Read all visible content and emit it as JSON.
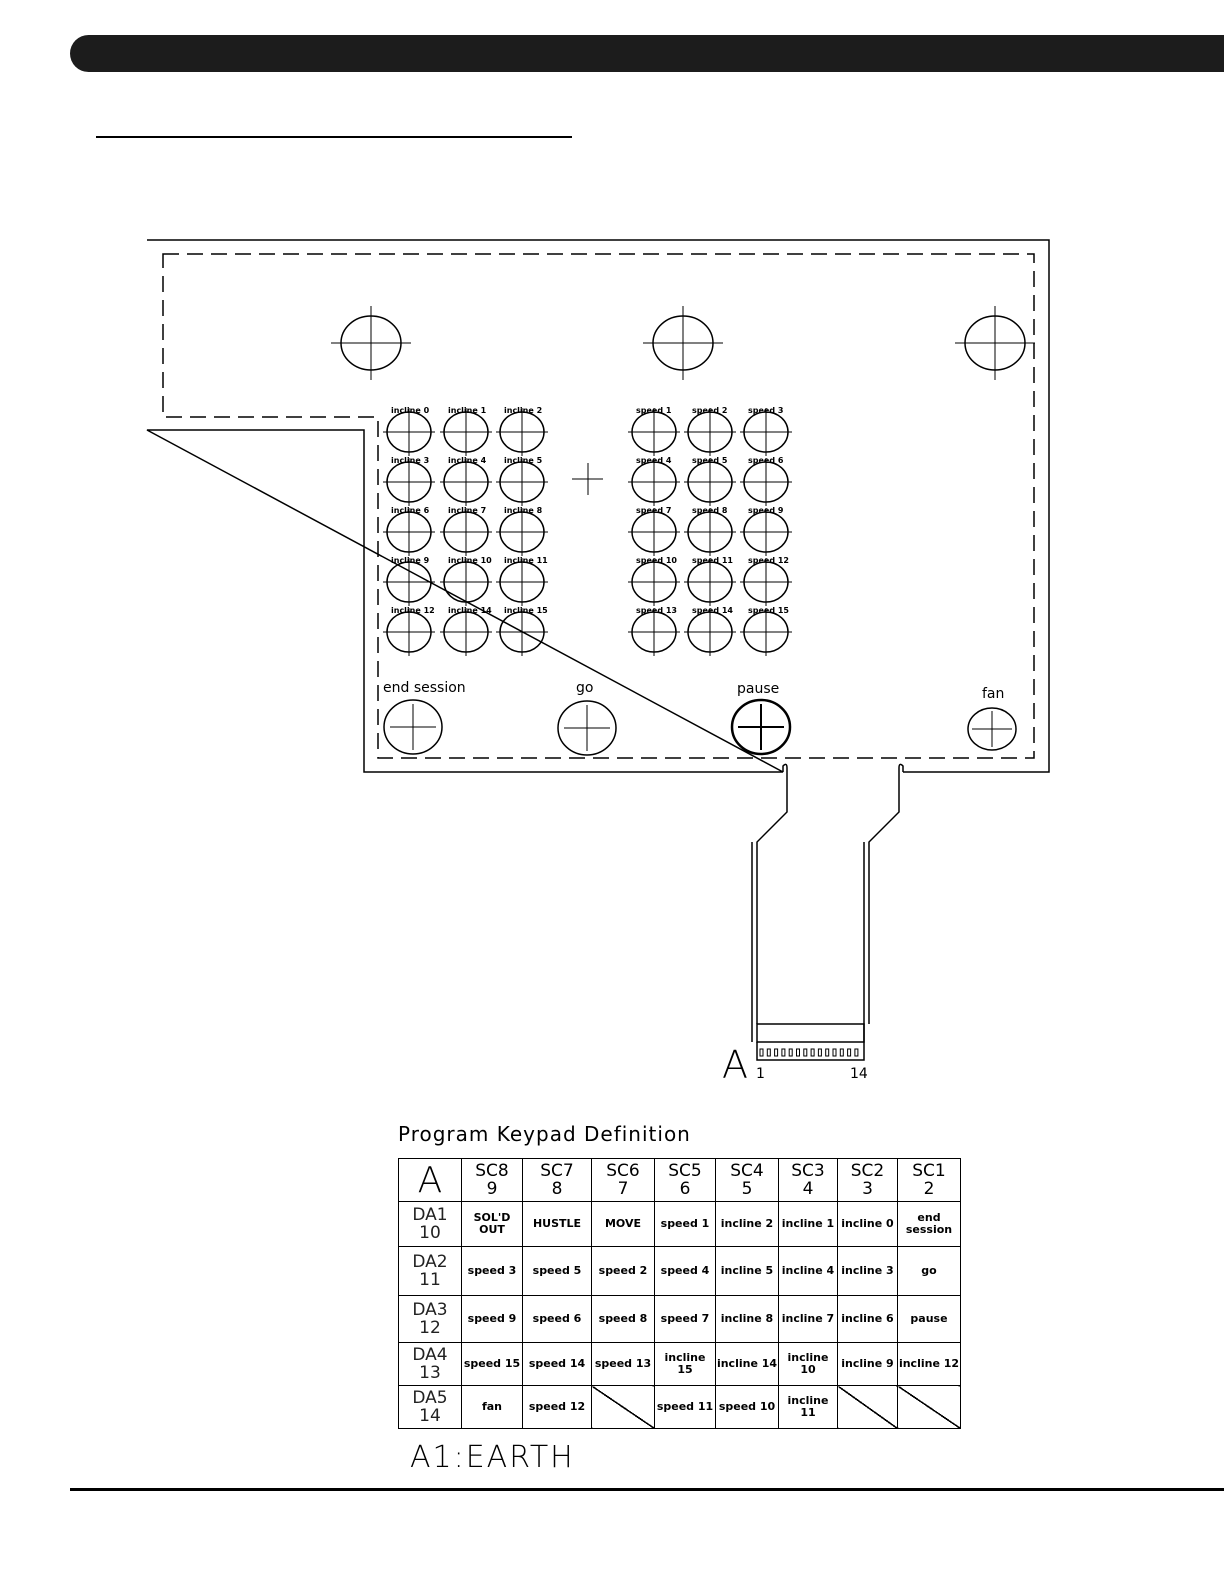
{
  "diagram": {
    "incline_labels": [
      "incline 0",
      "incline 1",
      "incline 2",
      "incline 3",
      "incline 4",
      "incline 5",
      "incline 6",
      "incline 7",
      "incline 8",
      "incline 9",
      "incline 10",
      "incline 11",
      "incline 12",
      "incline 14",
      "incline 15"
    ],
    "speed_labels": [
      "speed 1",
      "speed 2",
      "speed 3",
      "speed 4",
      "speed 5",
      "speed 6",
      "speed 7",
      "speed 8",
      "speed 9",
      "speed 10",
      "speed 11",
      "speed 12",
      "speed 13",
      "speed 14",
      "speed 15"
    ],
    "buttons": {
      "end_session": "end session",
      "go": "go",
      "pause": "pause",
      "fan": "fan"
    },
    "connector": {
      "letter": "A",
      "pin_first": "1",
      "pin_last": "14"
    }
  },
  "keypad": {
    "title": "Program Keypad Definition",
    "corner": "A",
    "columns": [
      [
        "SC8",
        "9"
      ],
      [
        "SC7",
        "8"
      ],
      [
        "SC6",
        "7"
      ],
      [
        "SC5",
        "6"
      ],
      [
        "SC4",
        "5"
      ],
      [
        "SC3",
        "4"
      ],
      [
        "SC2",
        "3"
      ],
      [
        "SC1",
        "2"
      ]
    ],
    "rows": [
      {
        "head": [
          "DA1",
          "10"
        ],
        "cells": [
          "SOL'D OUT",
          "HUSTLE",
          "MOVE",
          "speed 1",
          "incline 2",
          "incline 1",
          "incline 0",
          "end session"
        ]
      },
      {
        "head": [
          "DA2",
          "11"
        ],
        "cells": [
          "speed 3",
          "speed 5",
          "speed 2",
          "speed 4",
          "incline 5",
          "incline 4",
          "incline 3",
          "go"
        ]
      },
      {
        "head": [
          "DA3",
          "12"
        ],
        "cells": [
          "speed 9",
          "speed 6",
          "speed 8",
          "speed 7",
          "incline 8",
          "incline 7",
          "incline 6",
          "pause"
        ]
      },
      {
        "head": [
          "DA4",
          "13"
        ],
        "cells": [
          "speed 15",
          "speed 14",
          "speed 13",
          "incline 15",
          "incline 14",
          "incline 10",
          "incline 9",
          "incline 12"
        ]
      },
      {
        "head": [
          "DA5",
          "14"
        ],
        "cells": [
          "fan",
          "speed 12",
          "",
          "speed 11",
          "speed 10",
          "incline 11",
          "",
          ""
        ]
      }
    ],
    "footnote": "A1:EARTH"
  }
}
